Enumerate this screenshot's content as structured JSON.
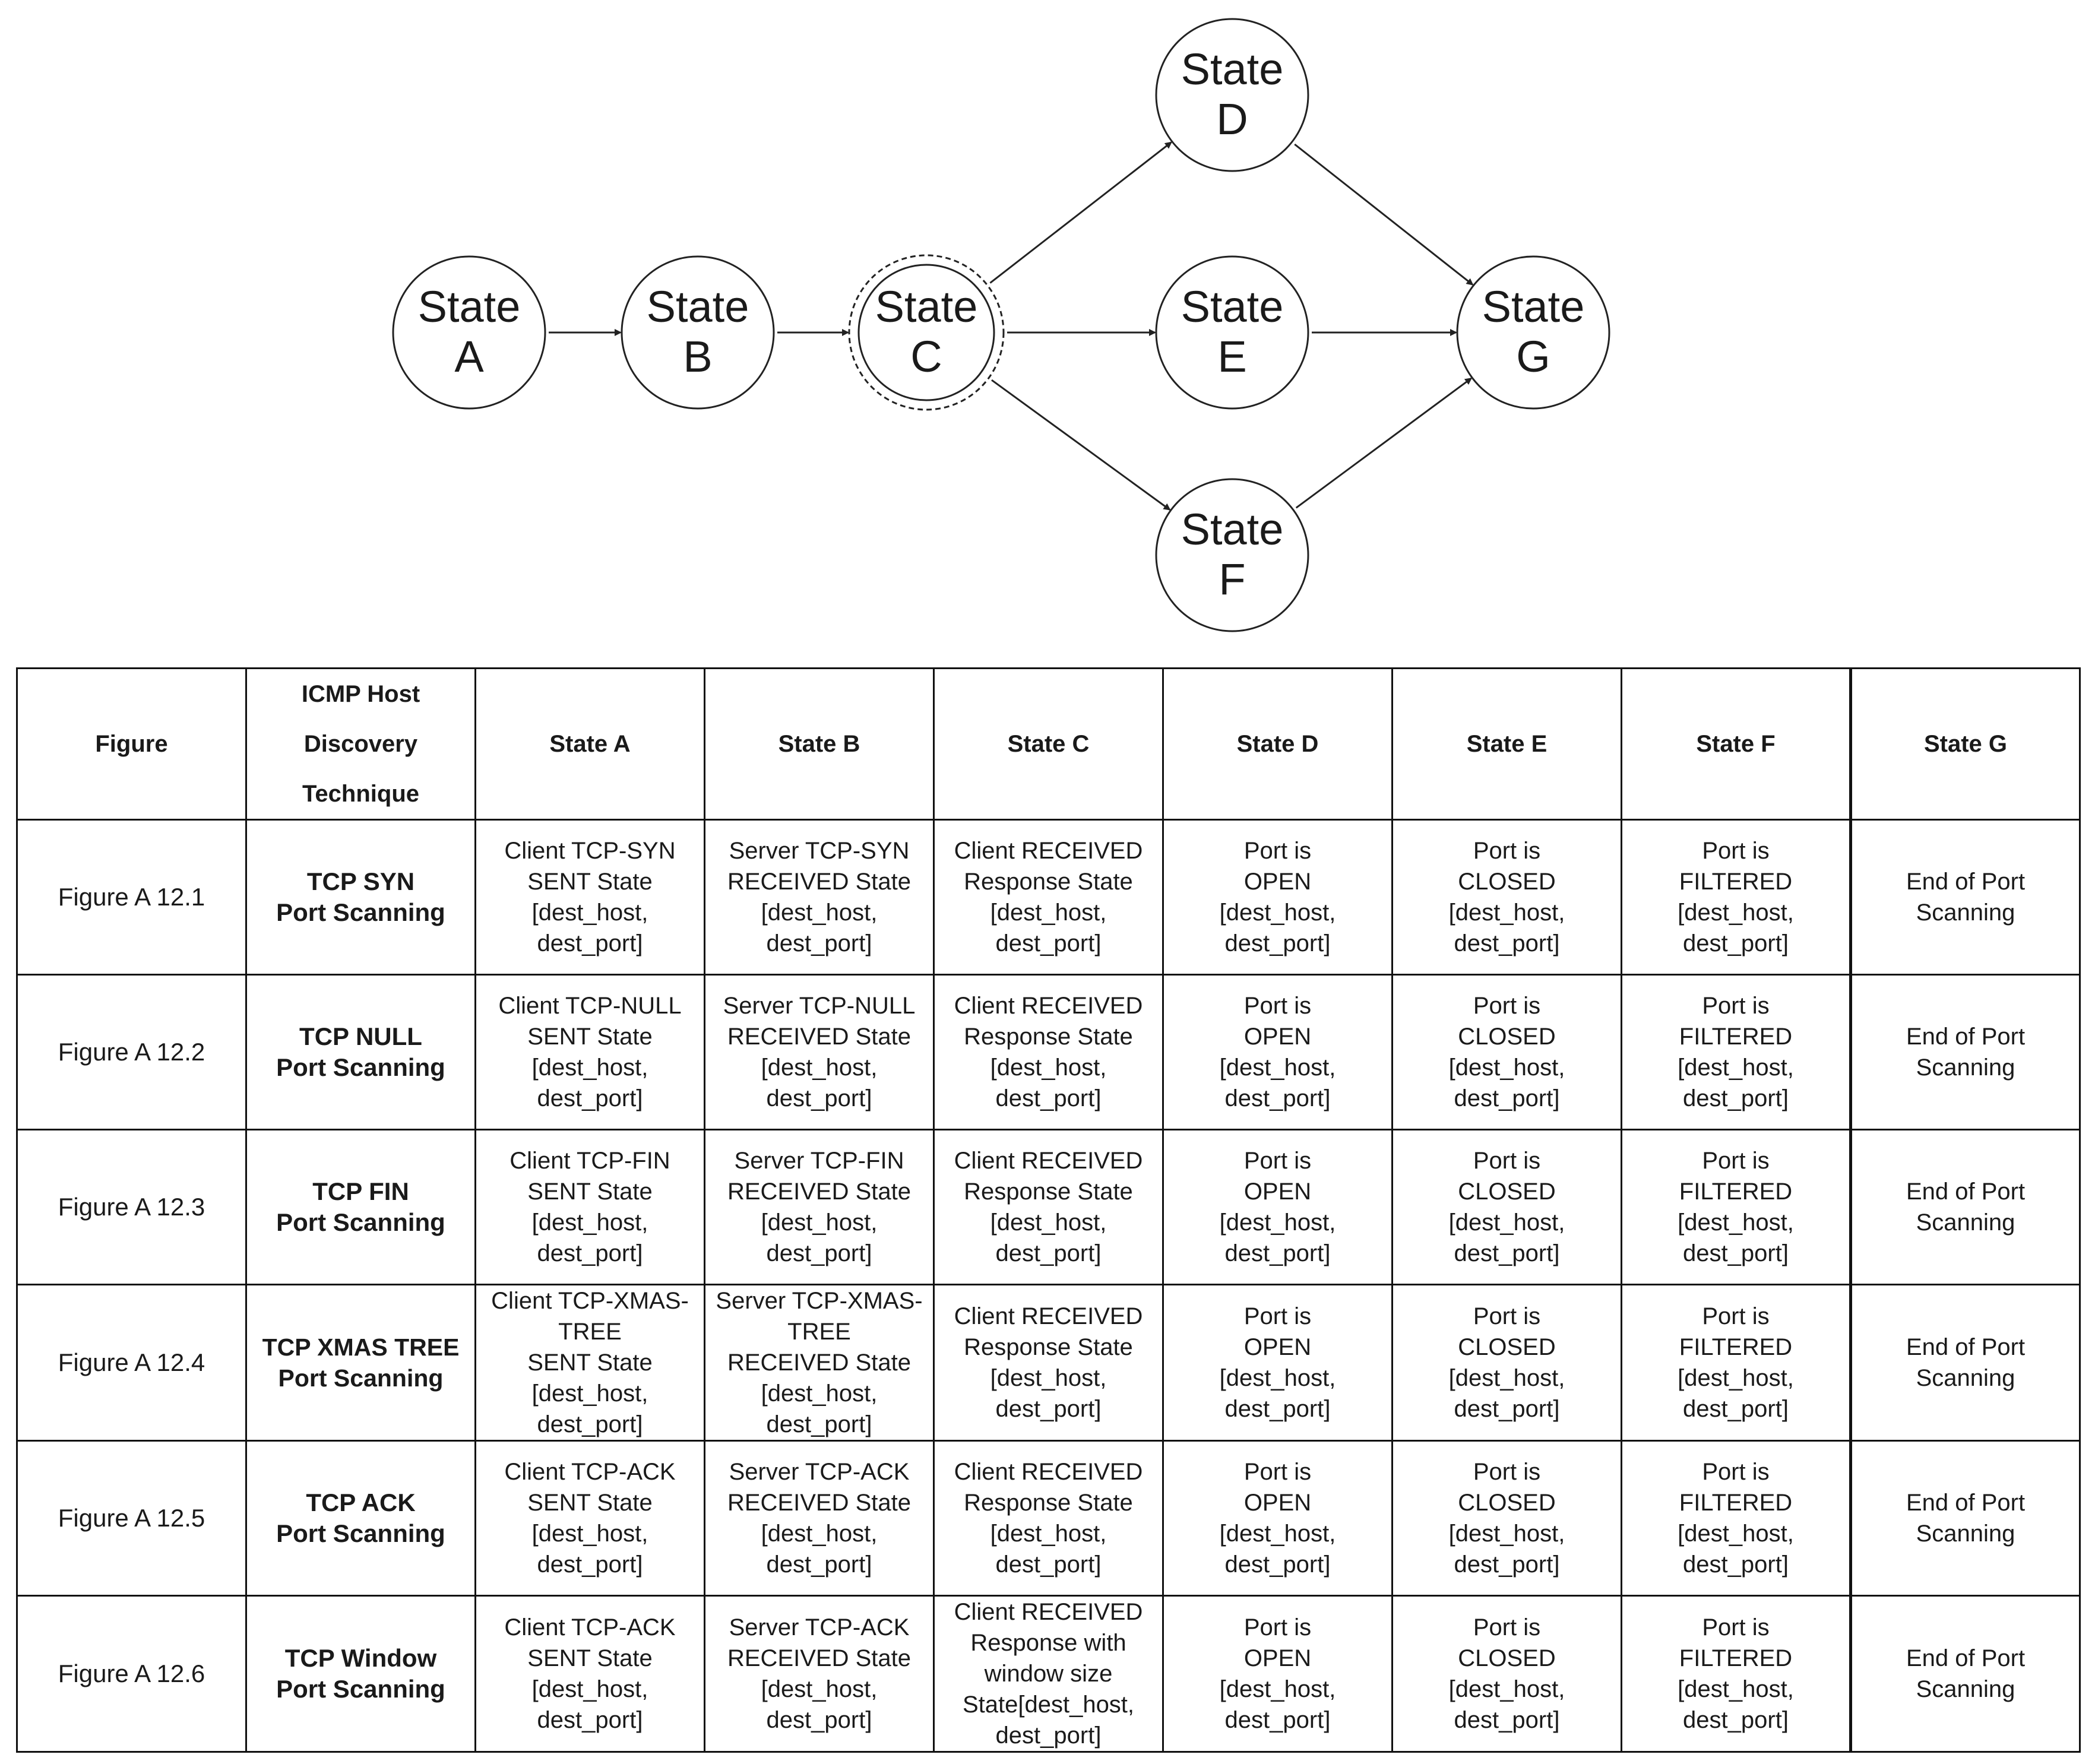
{
  "diagram": {
    "nodes": [
      {
        "id": "A",
        "line1": "State",
        "line2": "A",
        "style": "single"
      },
      {
        "id": "B",
        "line1": "State",
        "line2": "B",
        "style": "single"
      },
      {
        "id": "C",
        "line1": "State",
        "line2": "C",
        "style": "double-dashed"
      },
      {
        "id": "D",
        "line1": "State",
        "line2": "D",
        "style": "single"
      },
      {
        "id": "E",
        "line1": "State",
        "line2": "E",
        "style": "single"
      },
      {
        "id": "F",
        "line1": "State",
        "line2": "F",
        "style": "single"
      },
      {
        "id": "G",
        "line1": "State",
        "line2": "G",
        "style": "single"
      }
    ],
    "edges": [
      {
        "from": "A",
        "to": "B"
      },
      {
        "from": "B",
        "to": "C"
      },
      {
        "from": "C",
        "to": "D"
      },
      {
        "from": "C",
        "to": "E"
      },
      {
        "from": "C",
        "to": "F"
      },
      {
        "from": "D",
        "to": "G"
      },
      {
        "from": "E",
        "to": "G"
      },
      {
        "from": "F",
        "to": "G"
      }
    ]
  },
  "table": {
    "headers": [
      "Figure",
      "ICMP Host\nDiscovery\nTechnique",
      "State A",
      "State B",
      "State C",
      "State D",
      "State E",
      "State F",
      "State G"
    ],
    "rows": [
      {
        "figure": "Figure A 12.1",
        "technique": "TCP SYN\nPort Scanning",
        "a": "Client TCP-SYN\nSENT State\n[dest_host,\ndest_port]",
        "b": "Server TCP-SYN\nRECEIVED State\n[dest_host,\ndest_port]",
        "c": "Client RECEIVED\nResponse State\n[dest_host,\ndest_port]",
        "d": "Port is\nOPEN\n[dest_host,\ndest_port]",
        "e": "Port is\nCLOSED\n[dest_host,\ndest_port]",
        "f": "Port is\nFILTERED\n[dest_host,\ndest_port]",
        "g": "End of Port\nScanning"
      },
      {
        "figure": "Figure A 12.2",
        "technique": "TCP NULL\nPort Scanning",
        "a": "Client TCP-NULL\nSENT State\n[dest_host,\ndest_port]",
        "b": "Server TCP-NULL\nRECEIVED State\n[dest_host,\ndest_port]",
        "c": "Client RECEIVED\nResponse State\n[dest_host,\ndest_port]",
        "d": "Port is\nOPEN\n[dest_host,\ndest_port]",
        "e": "Port is\nCLOSED\n[dest_host,\ndest_port]",
        "f": "Port is\nFILTERED\n[dest_host,\ndest_port]",
        "g": "End of Port\nScanning"
      },
      {
        "figure": "Figure A 12.3",
        "technique": "TCP FIN\nPort Scanning",
        "a": "Client TCP-FIN\nSENT State\n[dest_host,\ndest_port]",
        "b": "Server TCP-FIN\nRECEIVED State\n[dest_host,\ndest_port]",
        "c": "Client RECEIVED\nResponse State\n[dest_host,\ndest_port]",
        "d": "Port is\nOPEN\n[dest_host,\ndest_port]",
        "e": "Port is\nCLOSED\n[dest_host,\ndest_port]",
        "f": "Port is\nFILTERED\n[dest_host,\ndest_port]",
        "g": "End of Port\nScanning"
      },
      {
        "figure": "Figure A 12.4",
        "technique": "TCP XMAS TREE\nPort Scanning",
        "a": "Client TCP-XMAS-\nTREE\nSENT State\n[dest_host,\ndest_port]",
        "b": "Server TCP-XMAS-\nTREE\nRECEIVED State\n[dest_host,\ndest_port]",
        "c": "Client RECEIVED\nResponse State\n[dest_host,\ndest_port]",
        "d": "Port is\nOPEN\n[dest_host,\ndest_port]",
        "e": "Port is\nCLOSED\n[dest_host,\ndest_port]",
        "f": "Port is\nFILTERED\n[dest_host,\ndest_port]",
        "g": "End of Port\nScanning"
      },
      {
        "figure": "Figure A 12.5",
        "technique": "TCP ACK\nPort Scanning",
        "a": "Client TCP-ACK\nSENT State\n[dest_host,\ndest_port]",
        "b": "Server TCP-ACK\nRECEIVED State\n[dest_host,\ndest_port]",
        "c": "Client RECEIVED\nResponse State\n[dest_host,\ndest_port]",
        "d": "Port is\nOPEN\n[dest_host,\ndest_port]",
        "e": "Port is\nCLOSED\n[dest_host,\ndest_port]",
        "f": "Port is\nFILTERED\n[dest_host,\ndest_port]",
        "g": "End of Port\nScanning"
      },
      {
        "figure": "Figure A 12.6",
        "technique": "TCP Window\nPort Scanning",
        "a": "Client TCP-ACK\nSENT State\n[dest_host,\ndest_port]",
        "b": "Server TCP-ACK\nRECEIVED State\n[dest_host,\ndest_port]",
        "c": "Client RECEIVED\nResponse with\nwindow size\nState[dest_host,\ndest_port]",
        "d": "Port is\nOPEN\n[dest_host,\ndest_port]",
        "e": "Port is\nCLOSED\n[dest_host,\ndest_port]",
        "f": "Port is\nFILTERED\n[dest_host,\ndest_port]",
        "g": "End of Port\nScanning"
      }
    ]
  }
}
